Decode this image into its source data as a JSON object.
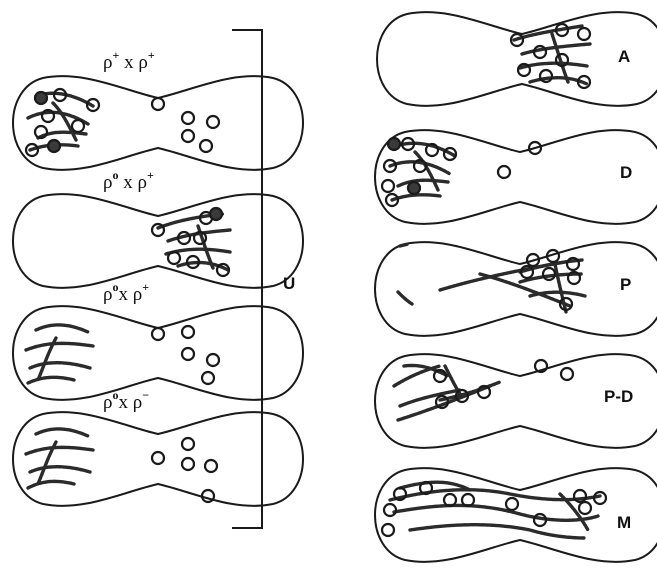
{
  "left_panel": {
    "crosses": [
      {
        "base1": "ρ",
        "sup1": "+",
        "sep": " x ",
        "base2": "ρ",
        "sup2": "+"
      },
      {
        "base1": "ρ",
        "sup1": "o",
        "sep": " x ",
        "base2": "ρ",
        "sup2": "+"
      },
      {
        "base1": "ρ",
        "sup1": "o",
        "sep": "x ",
        "base2": "ρ",
        "sup2": "+"
      },
      {
        "base1": "ρ",
        "sup1": "o",
        "sep": "x ",
        "base2": "ρ",
        "sup2": "−"
      }
    ],
    "bracket_label": "U"
  },
  "right_panel": {
    "labels": [
      "A",
      "D",
      "P",
      "P-D",
      "M"
    ]
  }
}
